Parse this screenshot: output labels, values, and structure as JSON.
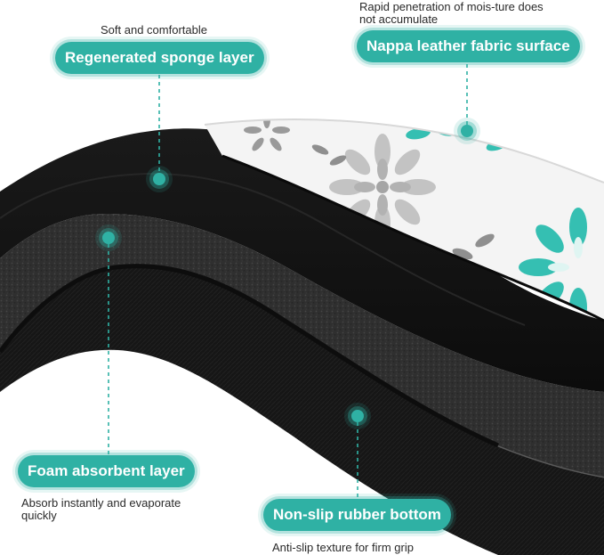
{
  "callouts": {
    "sponge": {
      "label": "Regenerated sponge layer",
      "caption": "Soft and comfortable"
    },
    "nappa": {
      "label": "Nappa leather fabric surface",
      "caption_line1": "Rapid penetration of mois-ture does",
      "caption_line2": "not accumulate"
    },
    "foam": {
      "label": "Foam absorbent layer",
      "caption_line1": "Absorb instantly and evaporate",
      "caption_line2": "quickly"
    },
    "rubber": {
      "label": "Non-slip rubber bottom",
      "caption": "Anti-slip texture for firm grip"
    }
  },
  "colors": {
    "accent": "#2fb1a4",
    "mat_black": "#111111",
    "foam_gray": "#3a3a3a",
    "print_gray": "#bdbdbd",
    "print_teal": "#35bfb2"
  }
}
